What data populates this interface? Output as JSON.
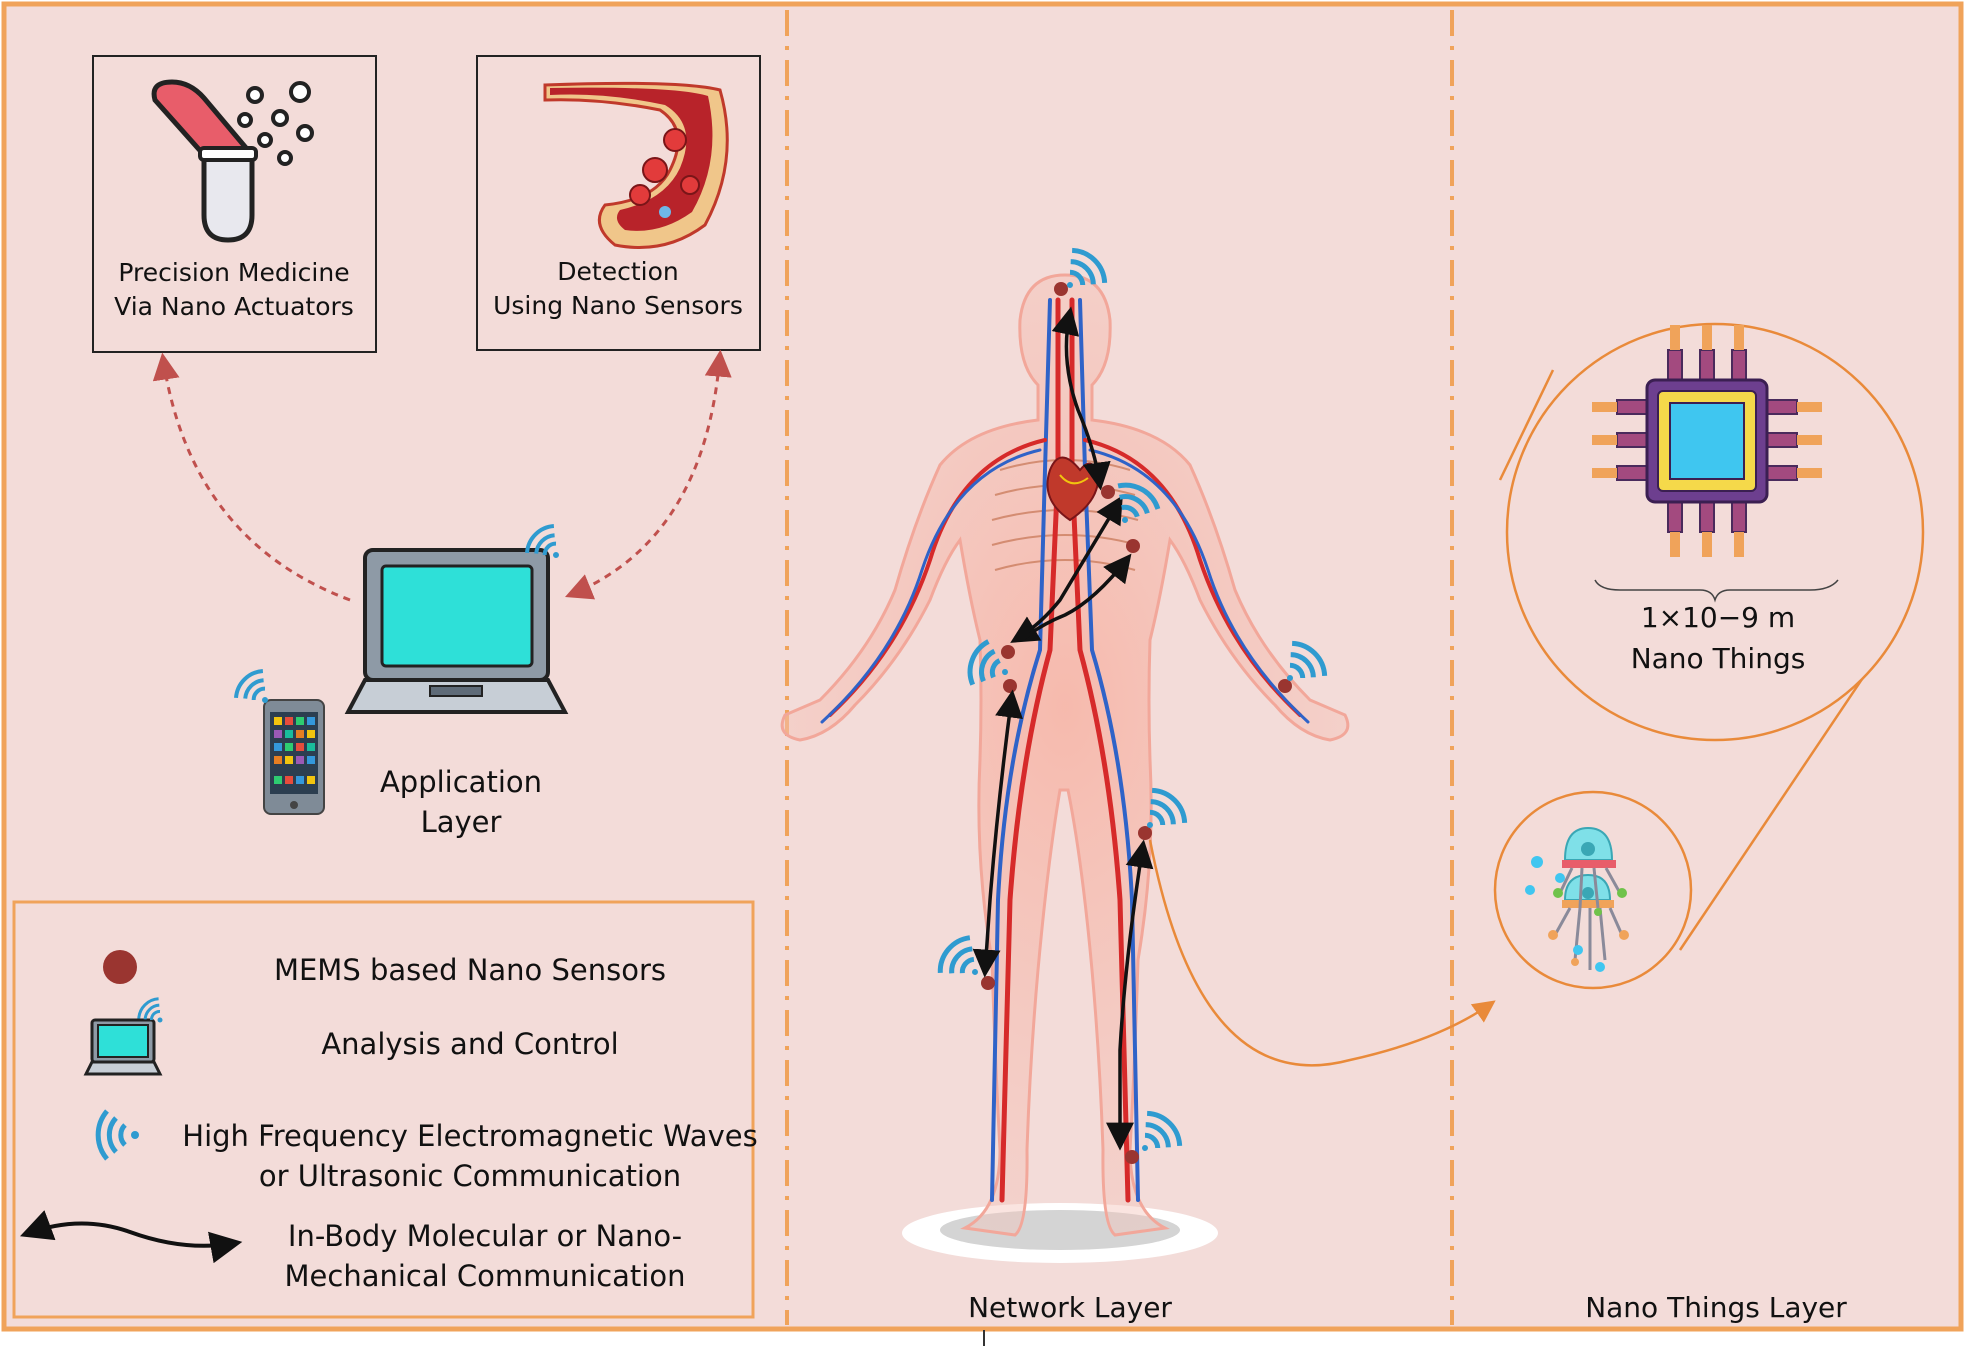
{
  "application": {
    "box1": {
      "line1": "Precision Medicine",
      "line2": "Via Nano Actuators"
    },
    "box2": {
      "line1": "Detection",
      "line2": "Using Nano Sensors"
    },
    "label": {
      "line1": "Application",
      "line2": "Layer"
    }
  },
  "legend": {
    "sensor": "MEMS based Nano Sensors",
    "analysis": "Analysis and Control",
    "waves": {
      "line1": "High Frequency Electromagnetic Waves",
      "line2": "or Ultrasonic Communication"
    },
    "molecular": {
      "line1": "In-Body Molecular or Nano-",
      "line2": "Mechanical Communication"
    }
  },
  "network": {
    "label": "Network Layer"
  },
  "nano": {
    "scale": "1×10−9 m",
    "name": "Nano Things",
    "label": "Nano Things Layer"
  },
  "colors": {
    "background": "#f3dcd9",
    "frame": "#f0a35a",
    "sensor_dot": "#9a3530",
    "wave": "#2f9bd0",
    "screen": "#2ee0d8",
    "dashed_arrow": "#c0504d",
    "artery": "#d62a2a",
    "vein": "#2f63c8"
  },
  "icons": [
    "pill-capsule-icon",
    "blood-vessel-icon",
    "laptop-icon",
    "smartphone-icon",
    "wifi-wave-icon",
    "microchip-icon",
    "nanobot-icon",
    "human-body-icon"
  ]
}
